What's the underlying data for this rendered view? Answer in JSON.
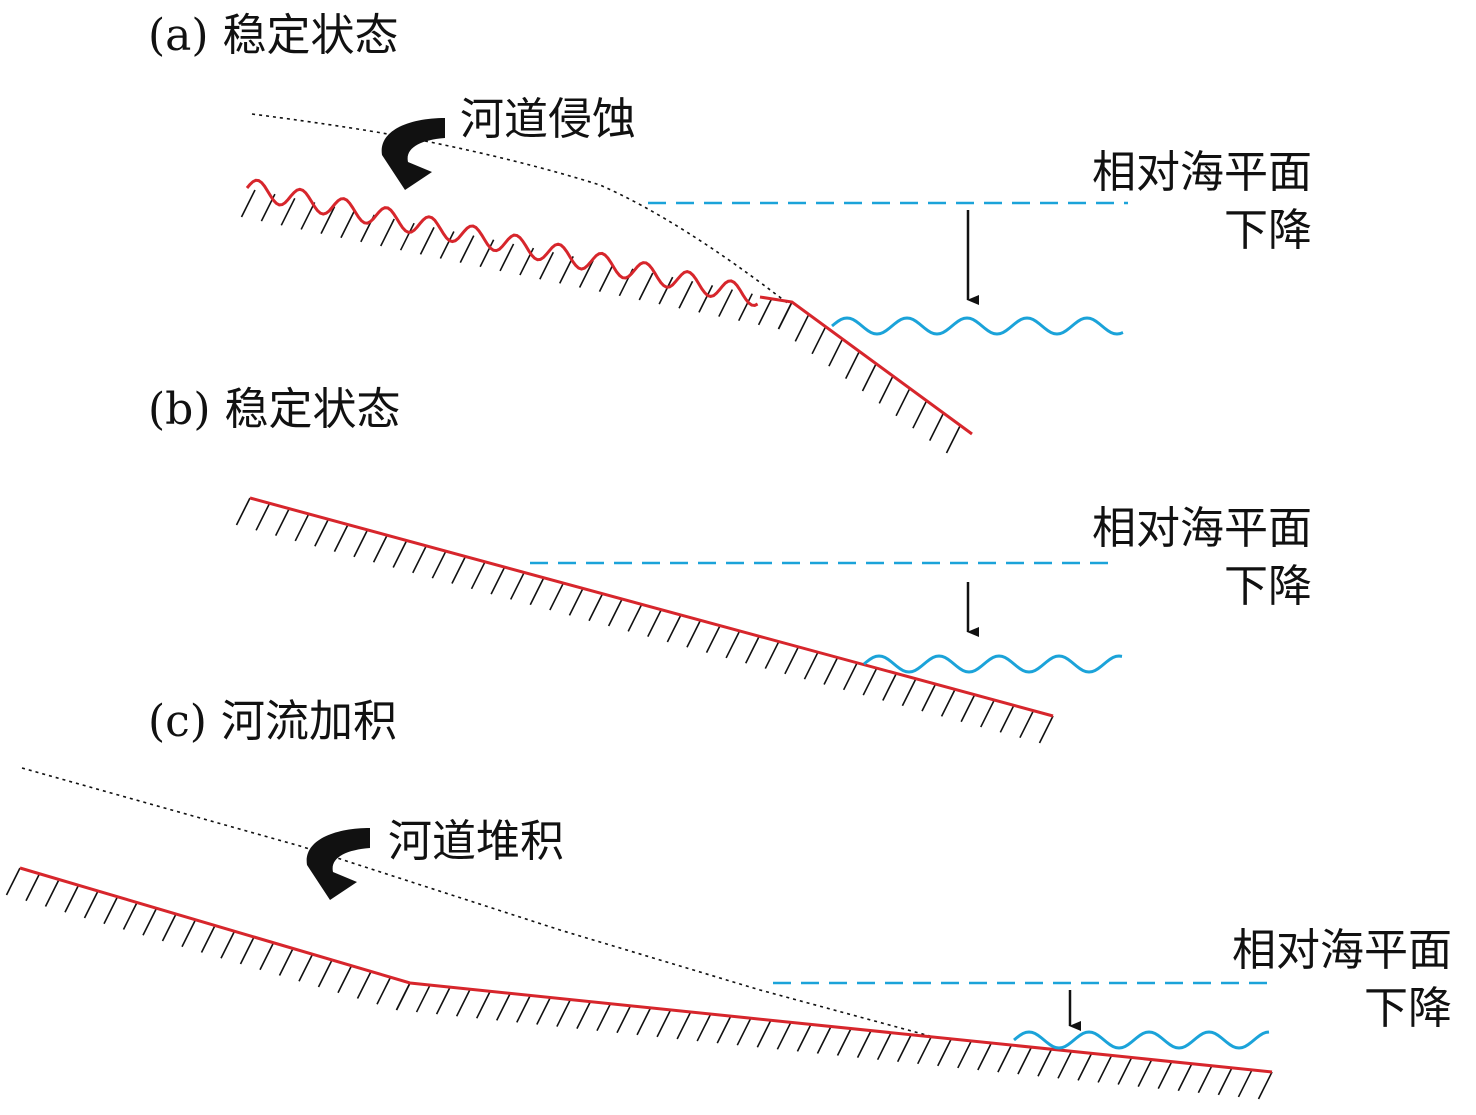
{
  "panels": [
    {
      "title": "(a) 稳定状态",
      "process": "河道侵蚀",
      "sea_level_lines": [
        "相对海平面",
        "下降"
      ]
    },
    {
      "title": "(b) 稳定状态",
      "sea_level_lines": [
        "相对海平面",
        "下降"
      ]
    },
    {
      "title": "(c) 河流加积",
      "process": "河道堆积",
      "sea_level_lines": [
        "相对海平面",
        "下降"
      ]
    }
  ],
  "colors": {
    "profile": "#d7262c",
    "water": "#1ba3d9",
    "ink": "#111111"
  },
  "icons": [
    "curved-arrow-icon",
    "down-arrow-icon"
  ]
}
